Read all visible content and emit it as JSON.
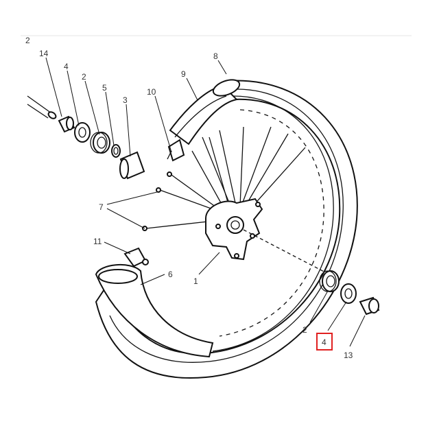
{
  "figure": {
    "corner_label": "2",
    "callouts": {
      "hub": "1",
      "bearing_left": "2",
      "bearing_right": "2",
      "spacer_tube": "3",
      "seal_left": "4",
      "seal_right": "4",
      "circlip": "5",
      "rim_tape": "6",
      "spokes": "7",
      "tire": "8",
      "tube": "9",
      "valve": "10",
      "valve_nut": "11",
      "collar": "13",
      "axle": "14"
    },
    "highlight": {
      "callout": "seal_right",
      "color": "#e02020"
    },
    "colors": {
      "line": "#111111",
      "label": "#333333",
      "background": "#ffffff"
    }
  }
}
